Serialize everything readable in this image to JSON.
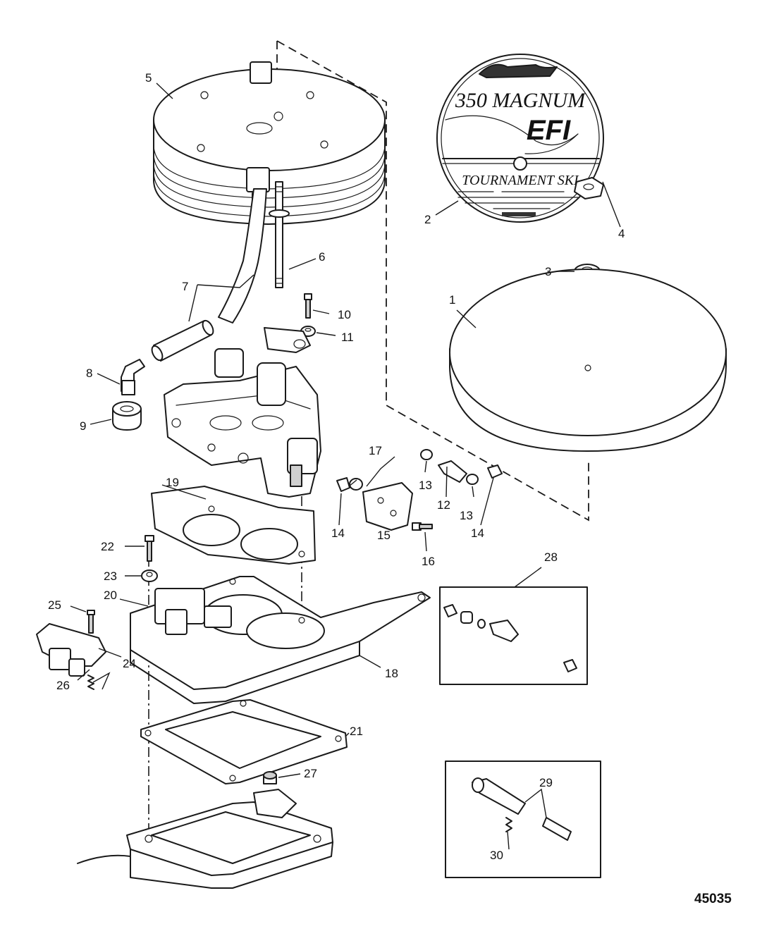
{
  "callouts": {
    "c1": "1",
    "c2": "2",
    "c3": "3",
    "c4": "4",
    "c5": "5",
    "c6": "6",
    "c7": "7",
    "c8": "8",
    "c9": "9",
    "c10": "10",
    "c11": "11",
    "c12": "12",
    "c13a": "13",
    "c13b": "13",
    "c14a": "14",
    "c14b": "14",
    "c15": "15",
    "c16": "16",
    "c17": "17",
    "c18": "18",
    "c19": "19",
    "c20": "20",
    "c21": "21",
    "c22": "22",
    "c23": "23",
    "c24": "24",
    "c25": "25",
    "c26": "26",
    "c27": "27",
    "c28": "28",
    "c29": "29",
    "c30": "30"
  },
  "decal": {
    "model": "350 MAGNUM",
    "badge": "EFI",
    "subtitle": "TOURNAMENT SKI"
  },
  "figure_number": "45035"
}
